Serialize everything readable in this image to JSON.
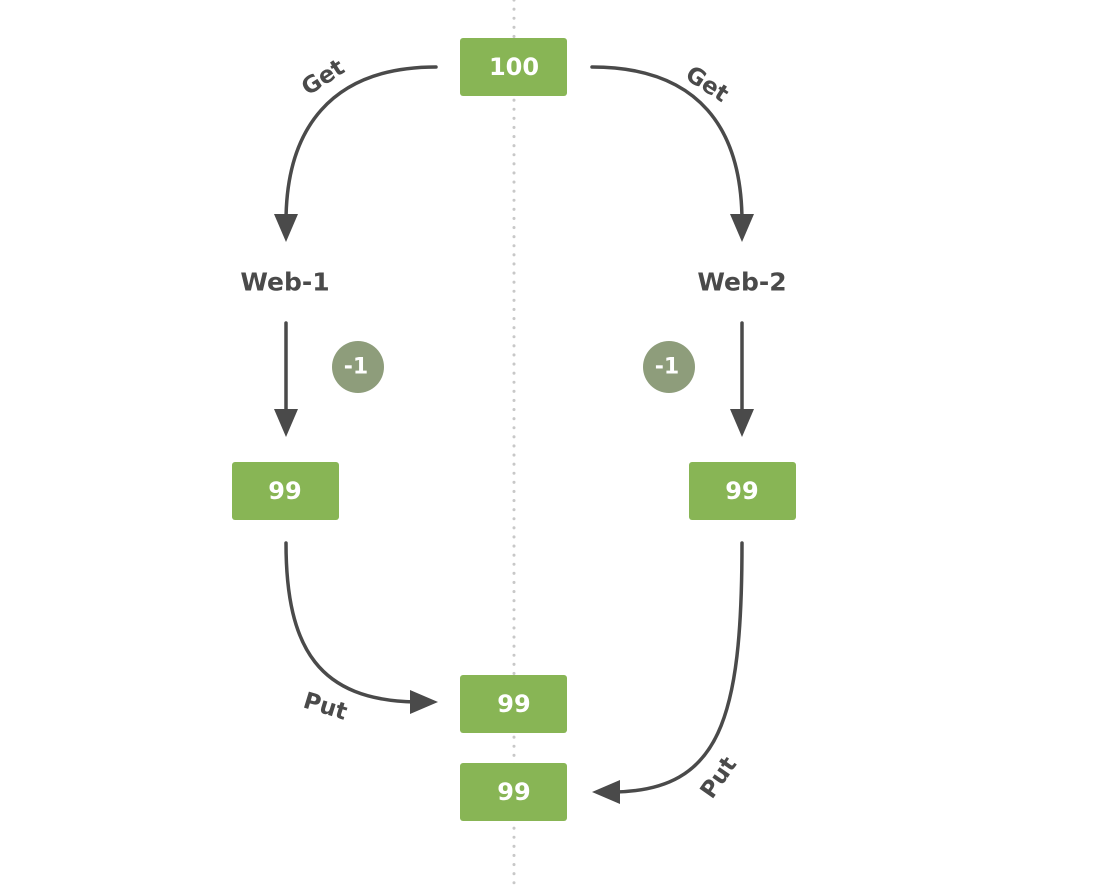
{
  "diagram": {
    "top_value": "100",
    "left_client": "Web-1",
    "right_client": "Web-2",
    "left_decrement": "-1",
    "right_decrement": "-1",
    "left_result": "99",
    "right_result": "99",
    "store_after_left_put": "99",
    "store_after_right_put": "99",
    "get_label_left": "Get",
    "get_label_right": "Get",
    "put_label_left": "Put",
    "put_label_right": "Put"
  },
  "colors": {
    "box_fill": "#88b555",
    "badge_fill": "#8e9d7b",
    "text_dark": "#4a4a4a",
    "divider": "#c8c8c8"
  }
}
